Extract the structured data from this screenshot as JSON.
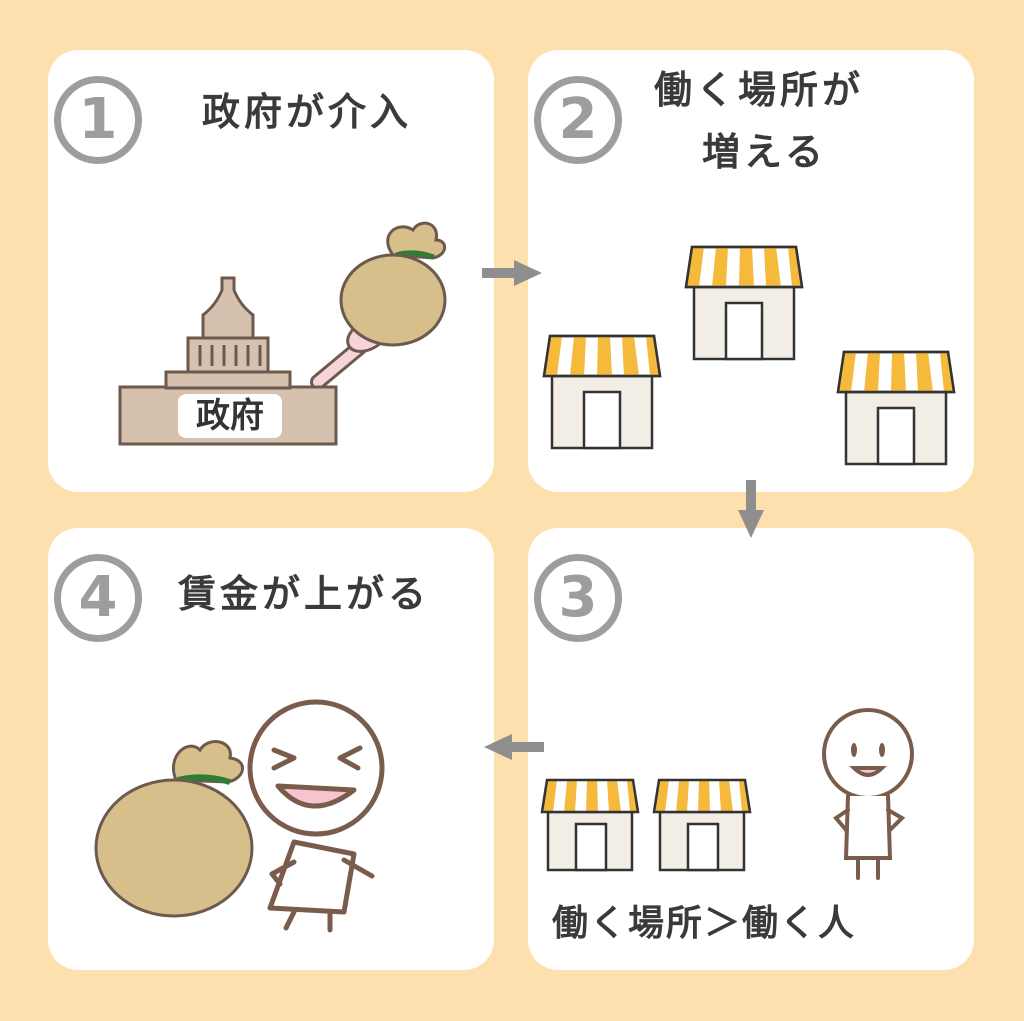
{
  "steps": [
    {
      "number": "1",
      "title": "政府が介入"
    },
    {
      "number": "2",
      "title_line1": "働く場所が",
      "title_line2": "増える"
    },
    {
      "number": "3",
      "caption": "働く場所＞働く人"
    },
    {
      "number": "4",
      "title": "賃金が上がる"
    }
  ],
  "government_label": "政府",
  "colors": {
    "background": "#FEDFAE",
    "panel": "#FFFFFF",
    "number_gray": "#9D9D9D",
    "arrow_gray": "#8E8E8E",
    "money_bag": "#D7BF8B",
    "awning_orange": "#F5B93C",
    "building": "#D6C0AE"
  },
  "icons": [
    "money-bag-icon",
    "government-building-icon",
    "shop-icon",
    "person-icon",
    "arrow-icon"
  ]
}
